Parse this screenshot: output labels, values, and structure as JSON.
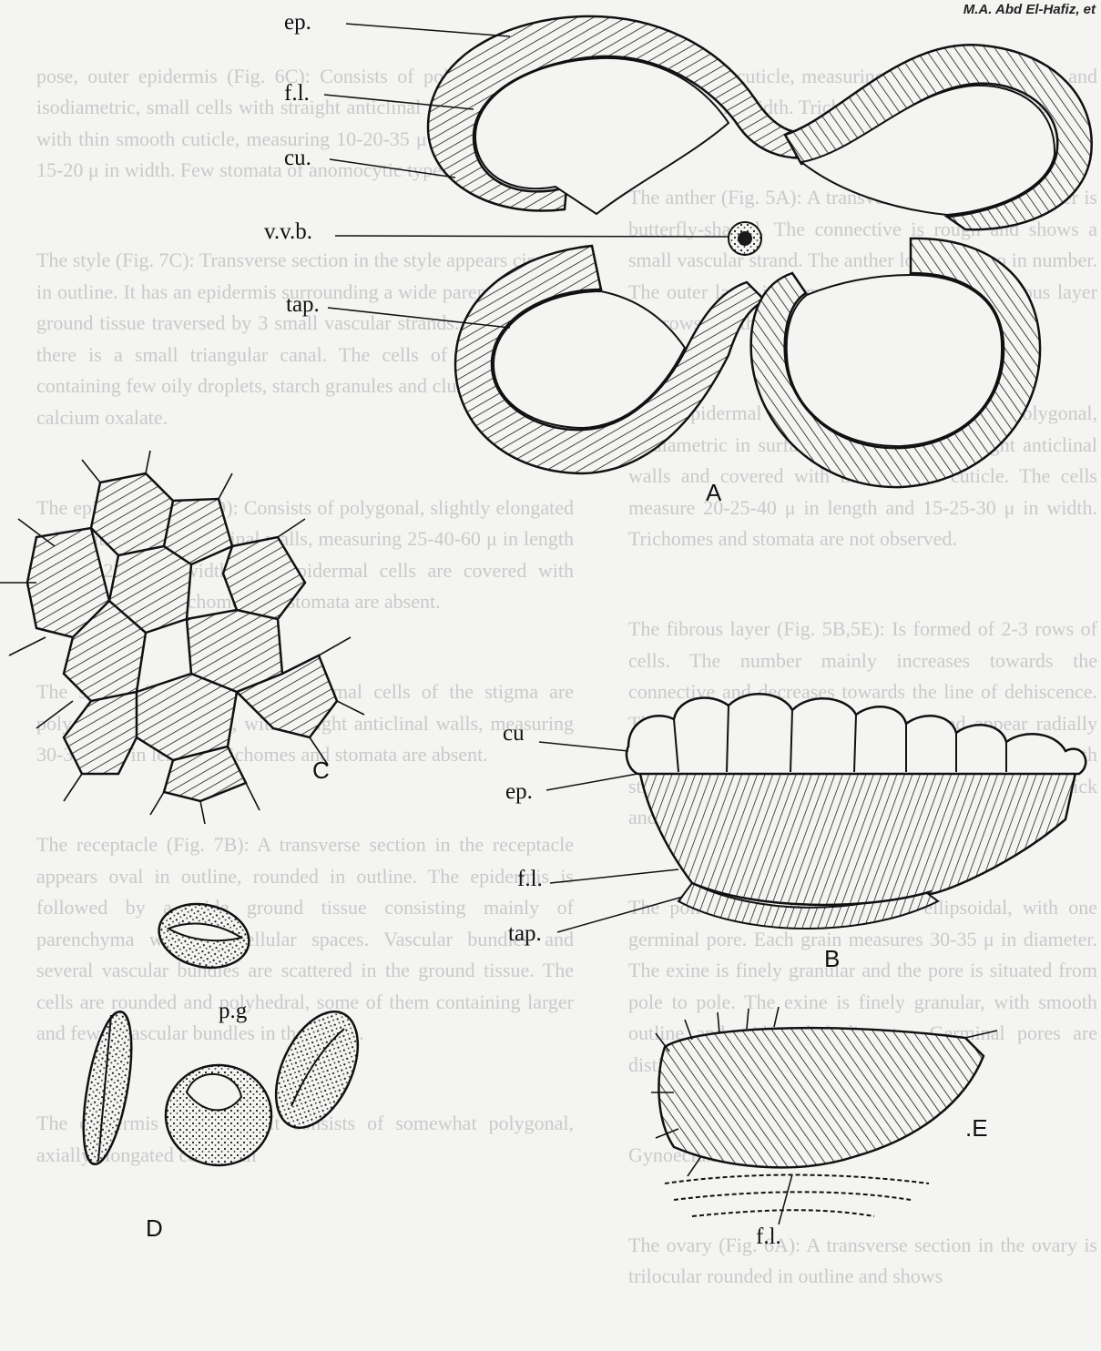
{
  "header": {
    "author": "M.A. Abd El-Hafiz, et"
  },
  "labels": {
    "ep": "ep.",
    "fl": "f.l.",
    "cu": "cu.",
    "vvb": "v.v.b.",
    "tap": "tap.",
    "pg": "p.g",
    "cu_b": "cu",
    "ep_b": "ep.",
    "fl_b": "f.l.",
    "tap_b": "tap.",
    "fl_e": "f.l."
  },
  "panels": {
    "a": "A",
    "b": "B",
    "c": "C",
    "d": "D",
    "e": ".E"
  },
  "background_text": {
    "left": [
      "pose, outer epidermis (Fig. 6C): Consists of polygonal, mainly isodiametric, small cells with straight anticlinal walls and covered with thin smooth cuticle, measuring 10-20-35 μ in length and 10-15-20 μ in width. Few stomata of anomocytic type are observed.",
      "The style (Fig. 7C): Transverse section in the style appears circular in outline. It has an epidermis surrounding a wide parenchymatous ground tissue traversed by 3 small vascular strands. In the centre, there is a small triangular canal. The cells of ground tissue containing few oily droplets, starch granules and cluster crystals of calcium oxalate.",
      "The epidermis (Fig. 7D): Consists of polygonal, slightly elongated cells with straight anticlinal walls, measuring 25-40-60 μ in length and 15-25 μ in width. The epidermal cells are covered with smooth cuticle. Trichomes and stomata are absent.",
      "The stigma (Fig. 7A): The epidermal cells of the stigma are polygonal and papillose, with straight anticlinal walls, measuring 30-35-50 μ in length. Trichomes and stomata are absent.",
      "The receptacle (Fig. 7B): A transverse section in the receptacle appears oval in outline, rounded in outline. The epidermis is followed by a wide ground tissue consisting mainly of parenchyma with intercellular spaces. Vascular bundles and several vascular bundles are scattered in the ground tissue. The cells are rounded and polyhedral, some of them containing larger and fewer vascular bundles in the centre.",
      "The epidermis (Fig. 8C): It consists of somewhat polygonal, axially elongated cells with"
    ],
    "right": [
      "with smooth cuticle, measuring 10-20-35 μ in length and 10-15-20 μ in width. Trichomes and stomata are absent.",
      "The anther (Fig. 5A): A transverse section of the anther is butterfly-shaped. The connective is rough and shows a small vascular strand. The anther lobes are two in number. The outer layer is formed of the epidermis, fibrous layer and rows and the remains of the tapetum.",
      "The epidermal cells (Fig. 5B): Are polygonal, isodiametric in surface view, with thin straight anticlinal walls and covered with thin smooth cuticle. The cells measure 20-25-40 μ in length and 15-25-30 μ in width. Trichomes and stomata are not observed.",
      "The fibrous layer (Fig. 5B,5E): Is formed of 2-3 rows of cells. The number mainly increases towards the connective and decreases towards the line of dehiscence. The cells show rod-like thickenings and appear radially elongated when seen in section, and polygonal with straight walls in surface view. The layer is formed of thick and thin walled cells and the remains of tapetum.",
      "The pollen grains (Fig. 5D): Are ellipsoidal, with one germinal pore. Each grain measures 30-35 μ in diameter. The exine is finely granular and the pore is situated from pole to pole. The exine is finely granular, with smooth outline and with radial diameter. Germinal pores are distinct.",
      "Gynoecium",
      "The ovary (Fig. 6A): A transverse section in the ovary is trilocular rounded in outline and shows"
    ]
  }
}
